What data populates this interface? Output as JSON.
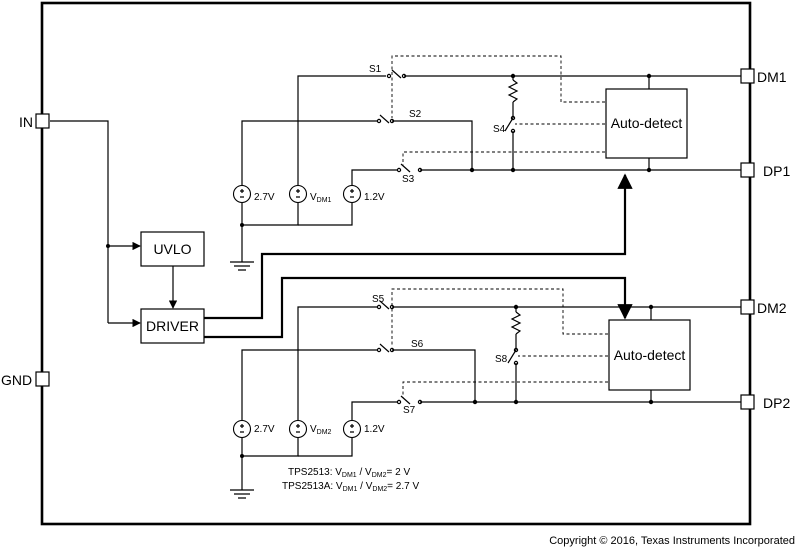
{
  "pins": {
    "in": "IN",
    "gnd": "GND",
    "dm1": "DM1",
    "dp1": "DP1",
    "dm2": "DM2",
    "dp2": "DP2"
  },
  "blocks": {
    "uvlo": "UVLO",
    "driver": "DRIVER",
    "autodetect_top": "Auto-detect",
    "autodetect_bottom": "Auto-detect"
  },
  "switches": {
    "s1": "S1",
    "s2": "S2",
    "s3": "S3",
    "s4": "S4",
    "s5": "S5",
    "s6": "S6",
    "s7": "S7",
    "s8": "S8"
  },
  "sources_top": {
    "v27": "2.7V",
    "vdm_main": "V",
    "vdm_sub": "DM1",
    "v12": "1.2V"
  },
  "sources_bottom": {
    "v27": "2.7V",
    "vdm_main": "V",
    "vdm_sub": "DM2",
    "v12": "1.2V"
  },
  "notes": {
    "line1": {
      "prefix": "TPS2513: V",
      "sub1": "DM1",
      "mid": " / V",
      "sub2": "DM2",
      "suffix": "= 2 V"
    },
    "line2": {
      "prefix": "TPS2513A: V",
      "sub1": "DM1",
      "mid": " / V",
      "sub2": "DM2",
      "suffix": "= 2.7 V"
    }
  },
  "copyright": "Copyright © 2016, Texas Instruments Incorporated"
}
